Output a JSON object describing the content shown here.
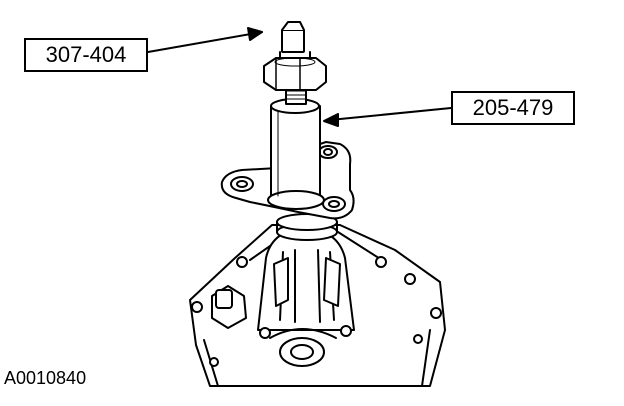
{
  "callouts": [
    {
      "label": "307-404"
    },
    {
      "label": "205-479"
    }
  ],
  "figure_id": "A0010840",
  "colors": {
    "line": "#000000",
    "background": "#ffffff"
  }
}
